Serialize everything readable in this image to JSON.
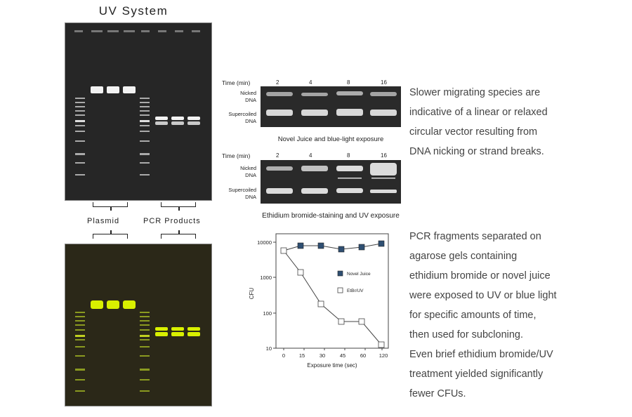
{
  "title": "UV System",
  "gel_labels": {
    "plasmid": "Plasmid",
    "pcr": "PCR Products"
  },
  "panel1": {
    "time_label": "Time (min)",
    "times": [
      "2",
      "4",
      "8",
      "16"
    ],
    "row_labels": {
      "nicked": "Nicked\nDNA",
      "supercoiled": "Supercoiled\nDNA"
    },
    "caption": "Novel Juice and blue-light exposure"
  },
  "panel2": {
    "time_label": "Time (min)",
    "times": [
      "2",
      "4",
      "8",
      "16"
    ],
    "row_labels": {
      "nicked": "Nicked\nDNA",
      "supercoiled": "Supercoiled\nDNA"
    },
    "caption": "Ethidium bromide-staining and UV exposure"
  },
  "text1": [
    "Slower migrating species are",
    "indicative of a linear or relaxed",
    "circular vector resulting from",
    "DNA nicking or strand breaks."
  ],
  "text2": [
    "PCR fragments separated on",
    "agarose gels containing",
    "ethidium bromide or novel juice",
    "were exposed to UV or blue light",
    "for specific amounts of time,",
    "then used for subcloning.",
    "Even brief ethidium bromide/UV",
    "treatment yielded significantly",
    "fewer CFUs."
  ],
  "chart_data": {
    "type": "line",
    "title": "",
    "xlabel": "Exposure time (sec)",
    "ylabel": "CFU",
    "yscale": "log",
    "ylim": [
      10,
      10000
    ],
    "yticks": [
      "10",
      "100",
      "1000",
      "10000"
    ],
    "categories": [
      "0",
      "15",
      "30",
      "45",
      "60",
      "120"
    ],
    "series": [
      {
        "name": "Novel Juice",
        "marker": "filled-square",
        "color": "#2f4f72",
        "values": [
          5500,
          8000,
          8000,
          6500,
          7500,
          9000
        ]
      },
      {
        "name": "EtBr/UV",
        "marker": "open-square",
        "color": "#ffffff",
        "values": [
          5500,
          1400,
          180,
          57,
          57,
          12
        ]
      }
    ],
    "legend_position": "inside-right"
  }
}
